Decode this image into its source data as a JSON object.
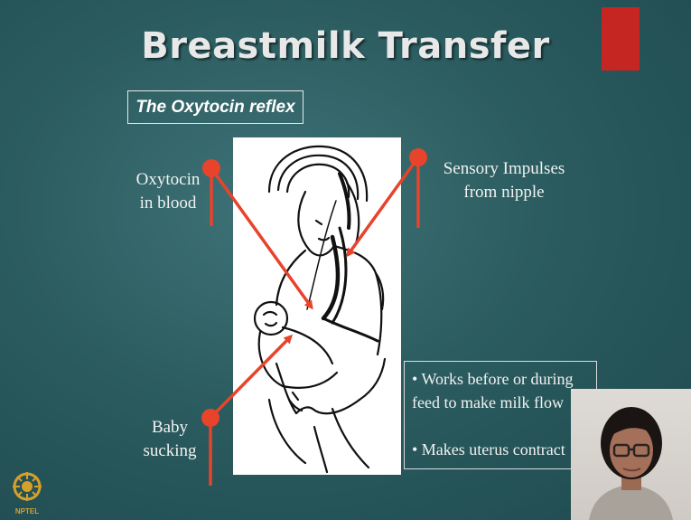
{
  "slide": {
    "title": "Breastmilk Transfer",
    "subtitle": "The Oxytocin reflex",
    "labels": {
      "oxytocin": "Oxytocin\nin blood",
      "sensory": "Sensory Impulses\nfrom nipple",
      "baby": "Baby\nsucking"
    },
    "bullets": [
      "• Works before or during\nfeed to make milk flow",
      "• Makes uterus contract"
    ]
  },
  "logo": {
    "text": "NPTEL"
  },
  "colors": {
    "background": "#2b5c60",
    "accent_red": "#c52621",
    "arrow_red": "#e8432b",
    "text": "#f2f2f2"
  },
  "icons": {
    "logo": "nptel-logo-icon",
    "webcam": "presenter-webcam"
  }
}
